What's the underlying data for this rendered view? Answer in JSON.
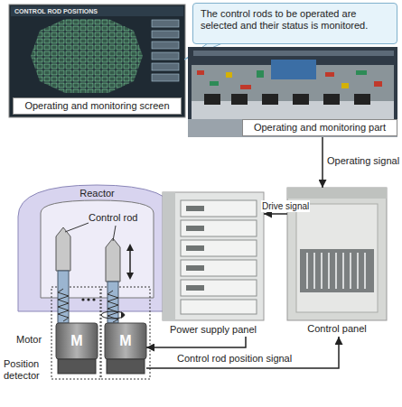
{
  "diagram": {
    "nodes": [
      {
        "text": [
          "Operating and monitoring screen"
        ]
      },
      {
        "text": [
          "The control rods to be operated are selected and their status is monitored."
        ]
      },
      {
        "text": [
          "Operating and monitoring part"
        ]
      },
      {
        "text": [
          "Reactor",
          "Control rod"
        ]
      },
      {
        "text": [
          "Power supply panel"
        ]
      },
      {
        "text": [
          "Control panel"
        ]
      },
      {
        "text": [
          "M"
        ]
      },
      {
        "text": [
          "M"
        ]
      }
    ],
    "edges": [
      {
        "from": 2,
        "to": 5,
        "arrow": "to",
        "label": "Operating signal"
      },
      {
        "from": 5,
        "to": 4,
        "arrow": "to",
        "label": "Drive signal"
      },
      {
        "from": 4,
        "to": 7,
        "arrow": "to"
      },
      {
        "from": 7,
        "to": 5,
        "arrow": "to",
        "label": "Control rod position signal"
      }
    ],
    "labels": [
      "CONTROL ROD POSITIONS",
      "Motor",
      "Position detector"
    ]
  }
}
